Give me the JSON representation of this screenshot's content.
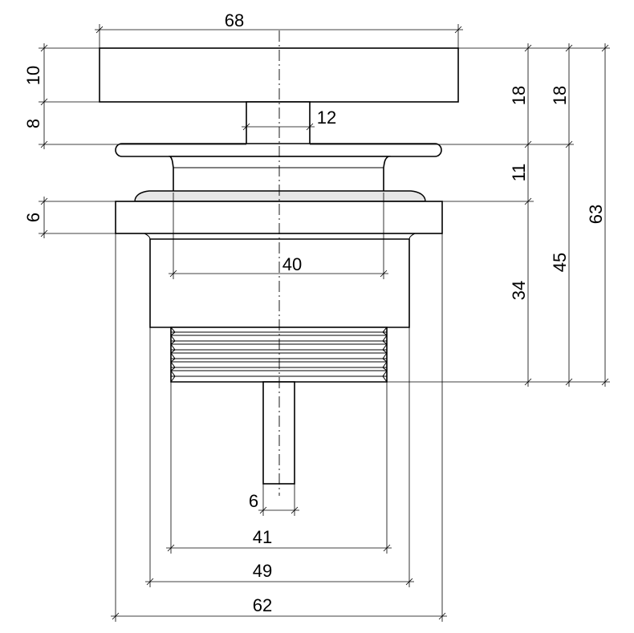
{
  "dimensions": {
    "top_width": "68",
    "cap_height": "10",
    "stem_height": "8",
    "stem_width": "12",
    "flange_height": "6",
    "upper_18_a": "18",
    "upper_18_b": "18",
    "dome_height": "11",
    "body_height": "34",
    "overall_45": "45",
    "overall_63": "63",
    "inner_40": "40",
    "pin_width": "6",
    "thread_41": "41",
    "body_49": "49",
    "flange_62": "62"
  }
}
